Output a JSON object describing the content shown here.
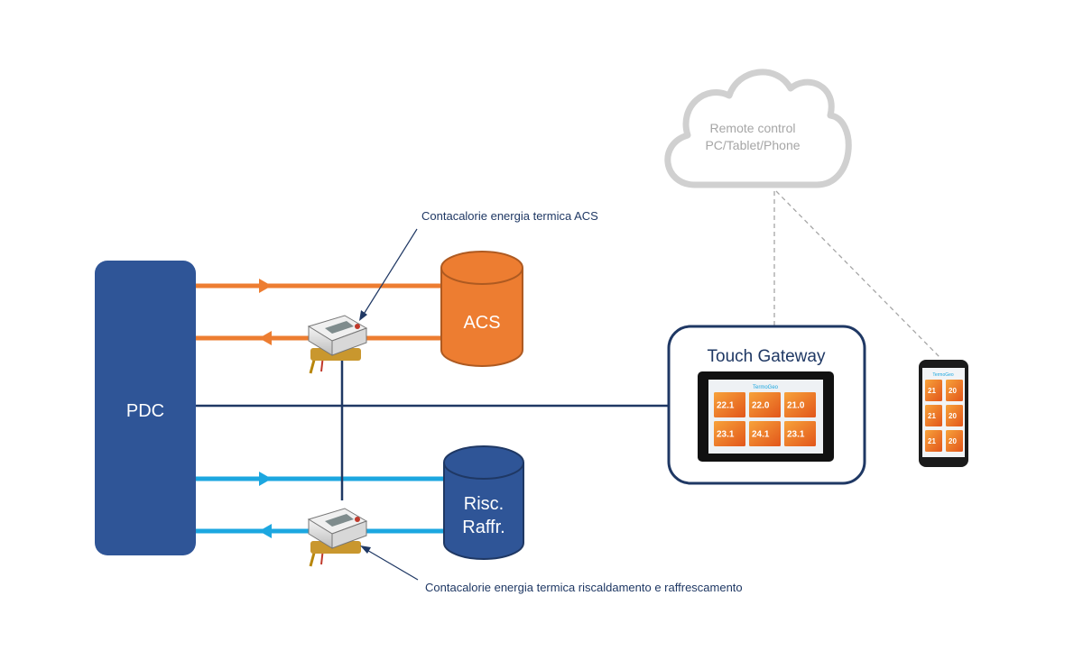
{
  "pdc": {
    "label": "PDC"
  },
  "acs_tank": {
    "label": "ACS"
  },
  "heating_tank": {
    "line1": "Risc.",
    "line2": "Raffr."
  },
  "meter_acs": {
    "label": "Contacalorie energia termica ACS"
  },
  "meter_heating": {
    "label": "Contacalorie energia termica riscaldamento e raffrescamento"
  },
  "gateway": {
    "title": "Touch Gateway"
  },
  "cloud": {
    "line1": "Remote control",
    "line2": "PC/Tablet/Phone"
  },
  "tablet_screen": {
    "brand": "TermoGeo",
    "tiles": [
      "22.1",
      "22.0",
      "21.0",
      "23.1",
      "24.1",
      "23.1"
    ]
  },
  "phone_screen": {
    "brand": "TermoGeo",
    "tiles": [
      "21",
      "20",
      "21",
      "20",
      "21",
      "20"
    ]
  },
  "colors": {
    "dark_blue": "#2f5597",
    "navy": "#1f3864",
    "orange": "#ed7d31",
    "light_blue": "#1ca7e0",
    "cloud_gray": "#d0d0d0"
  }
}
